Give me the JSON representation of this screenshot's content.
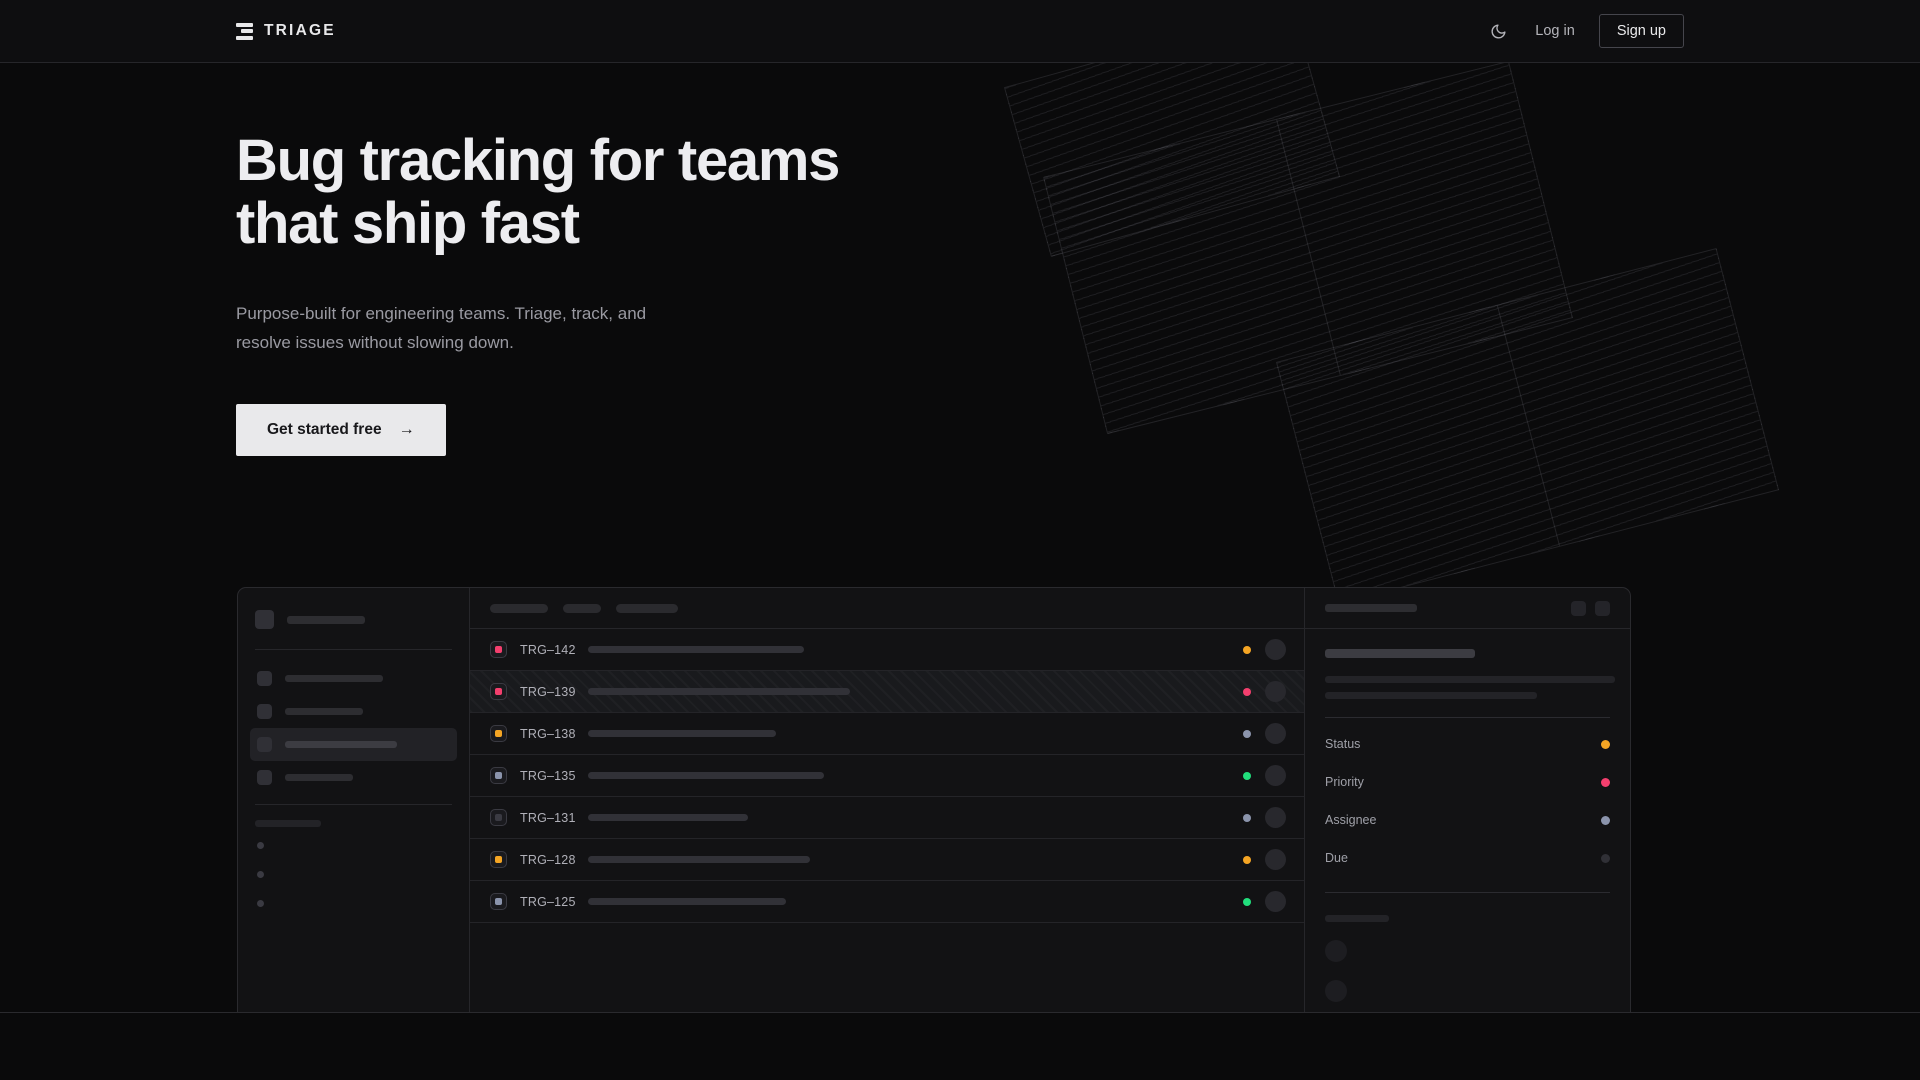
{
  "nav": {
    "logo_text": "TRIAGE",
    "logo_icon": "bars-logo-icon",
    "theme_icon": "moon-icon",
    "login_label": "Log in",
    "signup_label": "Sign up"
  },
  "hero": {
    "title": "Bug tracking for teams\nthat ship fast",
    "subtitle": "Purpose-built for engineering teams. Triage, track, and\nresolve issues without slowing down.",
    "cta_label": "Get started free",
    "cta_arrow": "→"
  },
  "app": {
    "sidebar": {
      "nav_items": [
        {
          "width": 98
        },
        {
          "width": 78
        },
        {
          "width": 112,
          "active": true
        },
        {
          "width": 68
        }
      ],
      "section_label_width": 66,
      "sub_items": 3
    },
    "toolbar": {
      "chips": [
        58,
        38,
        62
      ]
    },
    "columns": [
      "id",
      "title",
      "status",
      "assignee"
    ],
    "rows": [
      {
        "id": "TRG–142",
        "priority_color": "#f43f6e",
        "status_color": "#f5a524",
        "title_width": 216,
        "selected": false
      },
      {
        "id": "TRG–139",
        "priority_color": "#f43f6e",
        "status_color": "#f43f6e",
        "title_width": 262,
        "selected": true
      },
      {
        "id": "TRG–138",
        "priority_color": "#f5a524",
        "status_color": "#8b94ac",
        "title_width": 188,
        "selected": false
      },
      {
        "id": "TRG–135",
        "priority_color": "#8b94ac",
        "status_color": "#21de7c",
        "title_width": 236,
        "selected": false
      },
      {
        "id": "TRG–131",
        "priority_color": "#3a3a42",
        "status_color": "#8b94ac",
        "title_width": 160,
        "selected": false
      },
      {
        "id": "TRG–128",
        "priority_color": "#f5a524",
        "status_color": "#f5a524",
        "title_width": 222,
        "selected": false
      },
      {
        "id": "TRG–125",
        "priority_color": "#8b94ac",
        "status_color": "#21de7c",
        "title_width": 198,
        "selected": false
      }
    ],
    "detail": {
      "title_skeleton_width": 92,
      "action_icons": [
        "detail-action-1-icon",
        "detail-action-2-icon"
      ],
      "body_skeletons": [
        150,
        290,
        212
      ],
      "meta": [
        {
          "label": "Status",
          "color": "#f5a524"
        },
        {
          "label": "Priority",
          "color": "#f43f6e"
        },
        {
          "label": "Assignee",
          "color": "#8b94ac"
        },
        {
          "label": "Due",
          "color": "#303036"
        }
      ],
      "activity_label_width": 64,
      "activity_avatars": 2
    }
  },
  "colors": {
    "page_background": "#0a0a0b",
    "nav_background": "#0e0e10",
    "app_background": "#121214",
    "border": "#26262a",
    "text_primary": "#ededf0",
    "text_secondary": "#9a9aa2",
    "cta_background": "#e9e9eb",
    "accent_orange": "#f5a524",
    "accent_pink": "#f43f6e",
    "accent_green": "#21de7c",
    "accent_slate": "#8b94ac"
  }
}
